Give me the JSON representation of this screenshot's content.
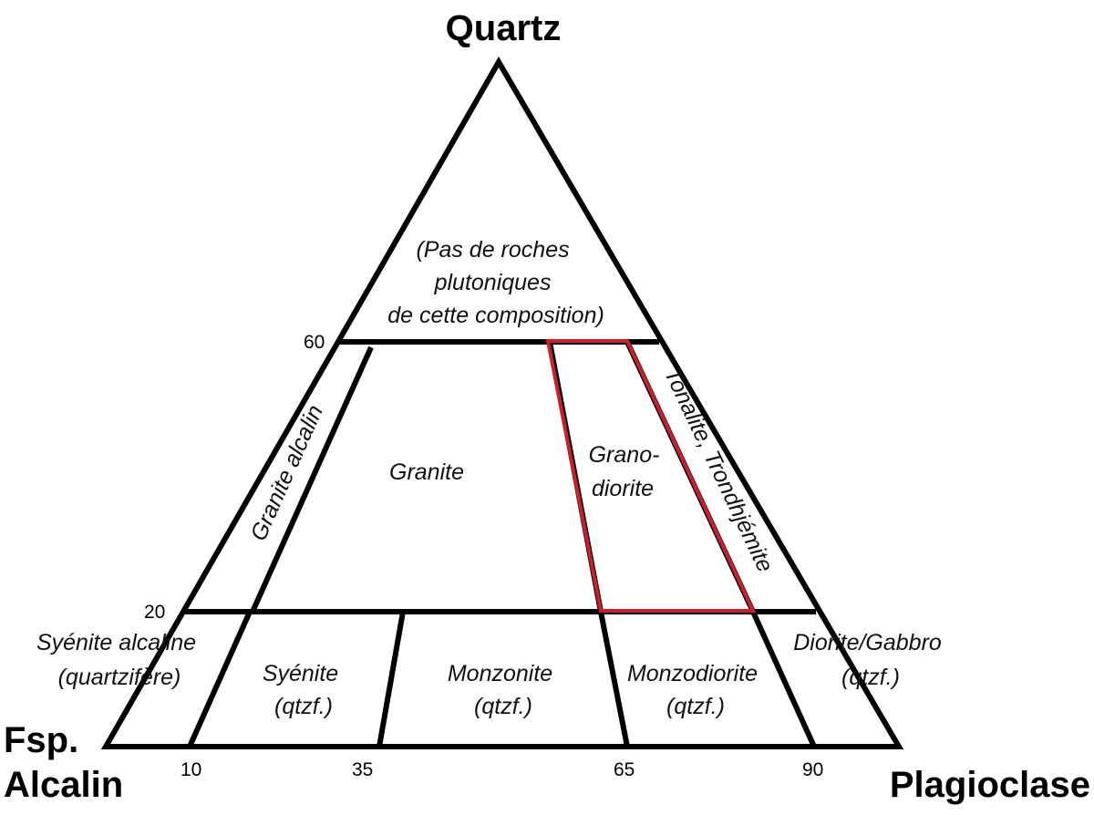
{
  "vertices": {
    "top": "Quartz",
    "left_line1": "Fsp.",
    "left_line2": "Alcalin",
    "right": "Plagioclase"
  },
  "ticks": {
    "q60": "60",
    "q20": "20",
    "p10": "10",
    "p35": "35",
    "p65": "65",
    "p90": "90"
  },
  "fields": {
    "no_rocks": [
      "(Pas de roches",
      "plutoniques",
      "de cette composition)"
    ],
    "alkali_granite": "Granite alcalin",
    "granite": "Granite",
    "granodiorite": [
      "Grano-",
      "diorite"
    ],
    "tonalite": "Tonalite, Trondhjémite",
    "alkali_syenite": [
      "Syénite alcaline",
      "(quartzifère)"
    ],
    "syenite": [
      "Syénite",
      "(qtzf.)"
    ],
    "monzonite": [
      "Monzonite",
      "(qtzf.)"
    ],
    "monzodiorite": [
      "Monzodiorite",
      "(qtzf.)"
    ],
    "diorite": [
      "Diorite/Gabbro",
      "(qtzf.)"
    ]
  },
  "highlight": {
    "field": "granodiorite",
    "color": "#cc1f2d"
  }
}
